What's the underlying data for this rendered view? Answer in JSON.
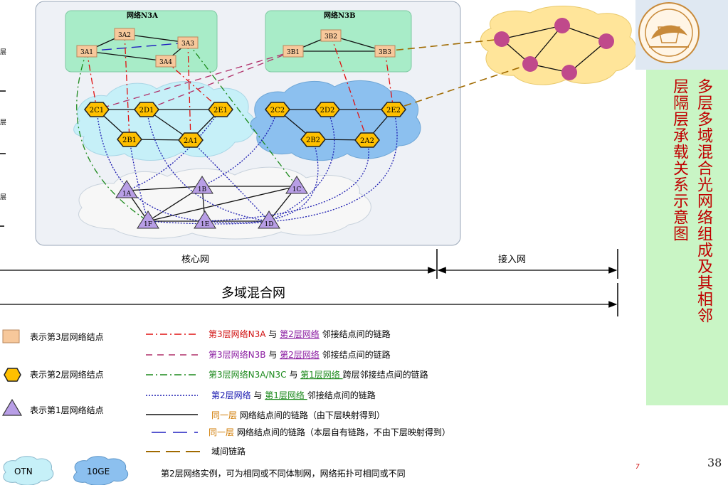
{
  "diagram": {
    "networks": [
      {
        "id": "N3A",
        "title": "网络N3A",
        "nodes": [
          "3A1",
          "3A2",
          "3A3",
          "3A4"
        ]
      },
      {
        "id": "N3B",
        "title": "网络N3B",
        "nodes": [
          "3B1",
          "3B2",
          "3B3"
        ]
      }
    ],
    "layer2_nodes": [
      "2C1",
      "2D1",
      "2E1",
      "2B1",
      "2A1",
      "2C2",
      "2D2",
      "2E2",
      "2B2",
      "2A2"
    ],
    "layer1_nodes": [
      "1A",
      "1B",
      "1C",
      "1F",
      "1E",
      "1D"
    ],
    "core_label": "核心网",
    "access_label": "接入网",
    "multidomain_label": "多域混合网",
    "left_tick_labels": [
      "层",
      "层",
      "层"
    ]
  },
  "legend": {
    "node_types": [
      {
        "label": "表示第3层网络结点",
        "shape": "square",
        "color": "#f7c89b"
      },
      {
        "label": "表示第2层网络结点",
        "shape": "hexagon",
        "color": "#ffc000"
      },
      {
        "label": "表示第1层网络结点",
        "shape": "triangle",
        "color": "#b89ee6"
      }
    ],
    "links": [
      {
        "style": "dash-dot",
        "color": "#e01010",
        "parts": [
          "第3层网络N3A",
          " 与 ",
          "第2层网络",
          " 邻接结点间的链路"
        ]
      },
      {
        "style": "dash",
        "color": "#b0306a",
        "parts": [
          "第3层网络N3B",
          " 与 ",
          "第2层网络",
          " 邻接结点间的链路"
        ]
      },
      {
        "style": "dash-dot",
        "color": "#1d8a1d",
        "parts": [
          "第3层网络N3A/N3C",
          " 与 ",
          "第1层网络 ",
          "跨层邻接结点间的链路"
        ]
      },
      {
        "style": "dotted",
        "color": "#1a1ab0",
        "parts": [
          "第2层网络",
          " 与 ",
          "第1层网络 ",
          "邻接结点间的链路"
        ]
      },
      {
        "style": "solid",
        "color": "#111111",
        "parts": [
          "同一层",
          " 网络结点间的链路（由下层映射得到）"
        ]
      },
      {
        "style": "dash",
        "color": "#2020c0",
        "parts": [
          "同一层",
          " 网络结点间的链路（本层自有链路，不由下层映射得到）"
        ]
      },
      {
        "style": "dash",
        "color": "#a06a00",
        "parts": [
          "域间链路"
        ]
      }
    ],
    "clouds": [
      "OTN",
      "10GE"
    ],
    "cloud_note": "第2层网络实例，可为相同或不同体制网，网络拓扑可相同或不同"
  },
  "side_title": {
    "col1": "多层多域混合光网络组成及其相邻",
    "col2": "层隔层承载关系示意图"
  },
  "page_number": "38",
  "tiny_mark": "7",
  "colors": {
    "panel_bg": "#eef1f6",
    "network_box": "#a8ecc8",
    "cloud_l2_left": "#c6f0f8",
    "cloud_l2_right": "#8cc0ef",
    "cloud_l1": "#f7f7f7",
    "access_cloud": "#ffe59a",
    "access_node": "#c0498b",
    "side_panel": "#c9f5c5",
    "side_text": "#c00000"
  }
}
